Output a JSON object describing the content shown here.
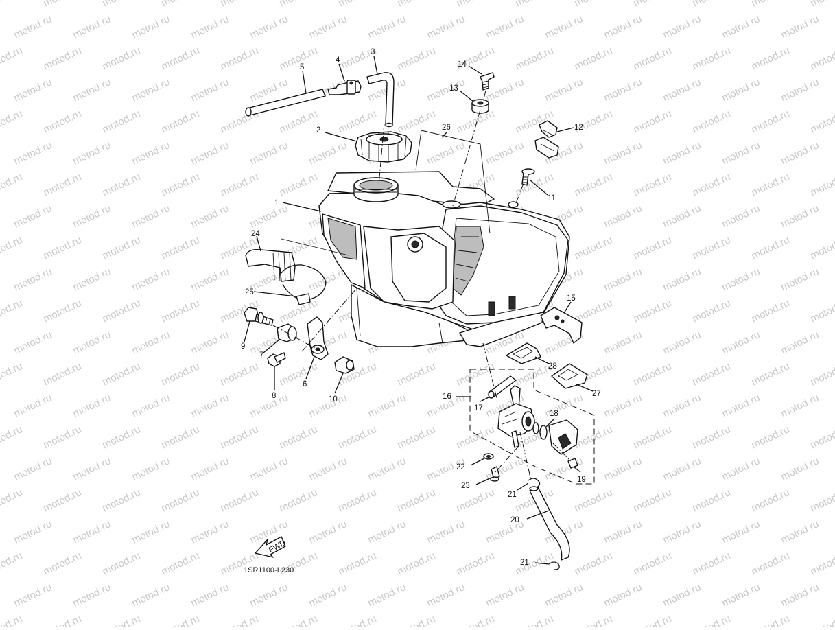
{
  "watermark": {
    "text": "motod.ru"
  },
  "diagram_code": "1SR1100-L230",
  "fwd_label": "FWD",
  "callouts": [
    "1",
    "2",
    "3",
    "4",
    "5",
    "6",
    "7",
    "8",
    "9",
    "10",
    "11",
    "12",
    "13",
    "14",
    "15",
    "16",
    "17",
    "18",
    "19",
    "20",
    "21",
    "21",
    "22",
    "23",
    "24",
    "25",
    "26",
    "27",
    "28"
  ]
}
